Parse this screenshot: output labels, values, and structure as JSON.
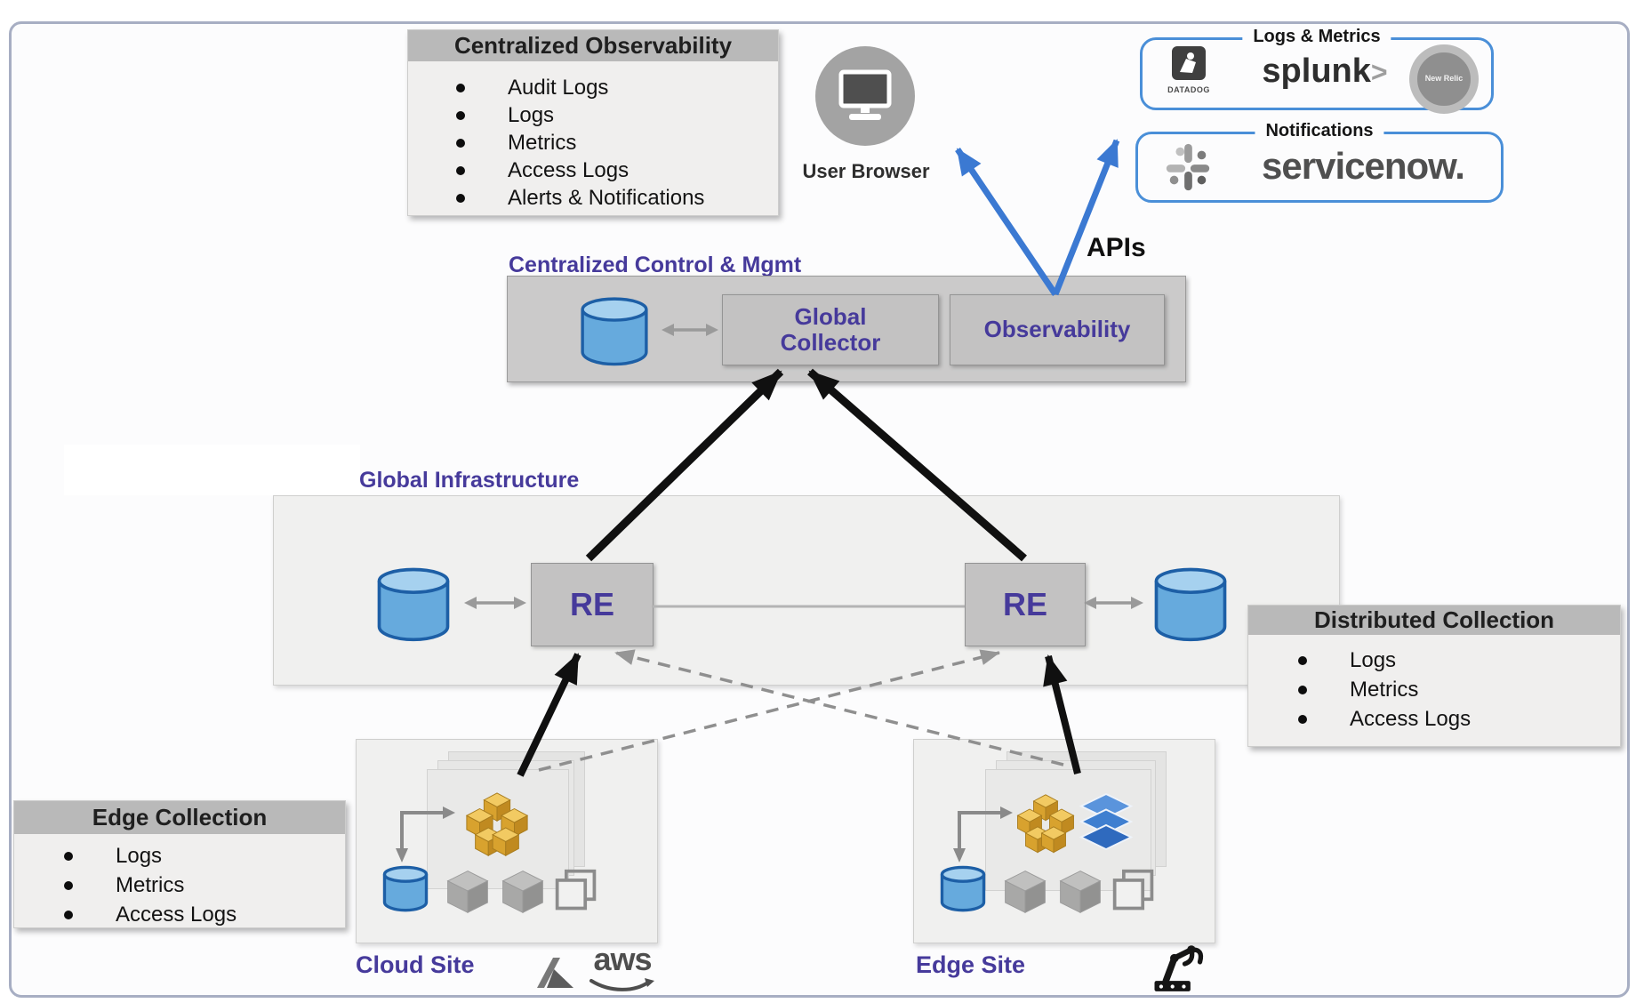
{
  "observability_box": {
    "title": "Centralized Observability",
    "items": [
      "Audit Logs",
      "Logs",
      "Metrics",
      "Access Logs",
      "Alerts & Notifications"
    ]
  },
  "user_browser": {
    "label": "User Browser"
  },
  "integrations": {
    "logs_metrics": {
      "label": "Logs & Metrics",
      "datadog_label": "DATADOG",
      "splunk_label": "splunk",
      "splunk_chevron": ">",
      "newrelic_label": "New Relic"
    },
    "notifications": {
      "label": "Notifications",
      "servicenow_label": "servicenow."
    }
  },
  "apis_label": "APIs",
  "control_mgmt": {
    "title": "Centralized Control & Mgmt",
    "global_collector_label": "Global Collector",
    "observability_label": "Observability"
  },
  "global_infrastructure": {
    "title": "Global Infrastructure",
    "re_left_label": "RE",
    "re_right_label": "RE"
  },
  "distributed_box": {
    "title": "Distributed Collection",
    "items": [
      "Logs",
      "Metrics",
      "Access Logs"
    ]
  },
  "edge_box": {
    "title": "Edge Collection",
    "items": [
      "Logs",
      "Metrics",
      "Access Logs"
    ]
  },
  "sites": {
    "cloud": {
      "label": "Cloud Site",
      "aws_label": "aws"
    },
    "edge": {
      "label": "Edge Site"
    }
  },
  "colors": {
    "accent_purple": "#463a9b",
    "arrow_blue": "#3b79d2",
    "pill_border_blue": "#4a8fd8",
    "cylinder_fill": "#66aadd"
  }
}
